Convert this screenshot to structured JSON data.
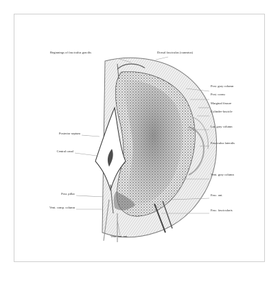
{
  "figure": {
    "labels_top": {
      "left": "Beginnings of fasciculus gracilis",
      "right": "Dorsal fasciculus (cuneatus)"
    },
    "labels_right": [
      "Post. gray column",
      "Post. cornu",
      "Marginal fissure",
      "Cylinder-fascicle",
      "Lat. gray column",
      "Fasciculus lateralis",
      "Vent. gray column",
      "Fasc. ant.",
      "Fasc. fascicularis"
    ],
    "labels_left": [
      "Posterior septum",
      "Central canal",
      "Post. pillar",
      "Vent. comp. column"
    ],
    "labels_bottom": {
      "center": "Vent. ant. ant."
    }
  }
}
